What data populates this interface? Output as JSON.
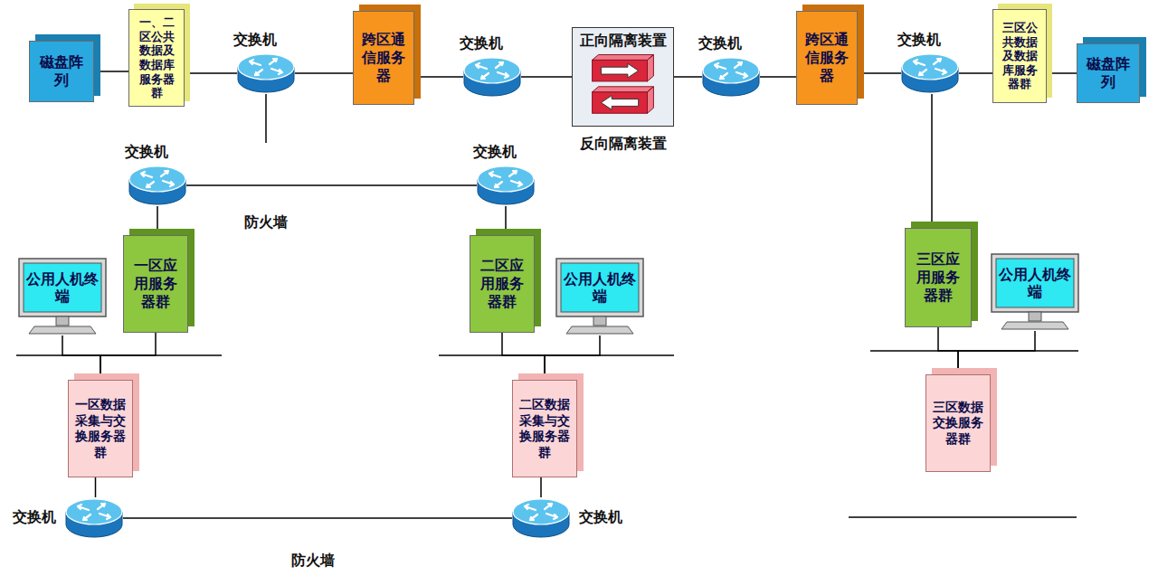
{
  "diagram": {
    "nodes": [
      {
        "text": [
          "磁盘阵列"
        ]
      },
      {
        "text": [
          "一、二区公共数据及数据库服务器群"
        ]
      },
      {
        "text": [
          "交换机"
        ]
      },
      {
        "text": [
          "跨区通信服务器"
        ]
      },
      {
        "text": [
          "交换机"
        ]
      },
      {
        "text": [
          "正向隔离装置",
          "反向隔离装置"
        ]
      },
      {
        "text": [
          "交换机"
        ]
      },
      {
        "text": [
          "跨区通信服务器"
        ]
      },
      {
        "text": [
          "交换机"
        ]
      },
      {
        "text": [
          "三区公共数据及数据库服务器群"
        ]
      },
      {
        "text": [
          "磁盘阵列"
        ]
      },
      {
        "text": [
          "交换机"
        ]
      },
      {
        "text": [
          "交换机"
        ]
      },
      {
        "text": [
          "一区应用服务器群"
        ]
      },
      {
        "text": [
          "公用人机终端"
        ]
      },
      {
        "text": [
          "二区应用服务器群"
        ]
      },
      {
        "text": [
          "公用人机终端"
        ]
      },
      {
        "text": [
          "三区应用服务器群"
        ]
      },
      {
        "text": [
          "公用人机终端"
        ]
      },
      {
        "text": [
          "一区数据采集与交换服务器群"
        ]
      },
      {
        "text": [
          "二区数据采集与交换服务器群"
        ]
      },
      {
        "text": [
          "三区数据交换服务器群"
        ]
      },
      {
        "text": [
          "交换机"
        ]
      },
      {
        "text": [
          "交换机"
        ]
      }
    ],
    "edges": [
      {
        "from": 0,
        "to": 1,
        "arrow": "none"
      },
      {
        "from": 1,
        "to": 2,
        "arrow": "none"
      },
      {
        "from": 2,
        "to": 3,
        "arrow": "none"
      },
      {
        "from": 3,
        "to": 4,
        "arrow": "none"
      },
      {
        "from": 4,
        "to": 5,
        "arrow": "none"
      },
      {
        "from": 5,
        "to": 6,
        "arrow": "none"
      },
      {
        "from": 6,
        "to": 7,
        "arrow": "none"
      },
      {
        "from": 7,
        "to": 8,
        "arrow": "none"
      },
      {
        "from": 8,
        "to": 9,
        "arrow": "none"
      },
      {
        "from": 9,
        "to": 10,
        "arrow": "none"
      },
      {
        "from": 11,
        "to": 12,
        "arrow": "none"
      },
      {
        "from": 11,
        "to": 13,
        "arrow": "none"
      },
      {
        "from": 12,
        "to": 15,
        "arrow": "none"
      },
      {
        "from": 8,
        "to": 17,
        "arrow": "none"
      },
      {
        "from": 13,
        "to": 19,
        "arrow": "none"
      },
      {
        "from": 14,
        "to": 19,
        "arrow": "none"
      },
      {
        "from": 15,
        "to": 20,
        "arrow": "none"
      },
      {
        "from": 16,
        "to": 20,
        "arrow": "none"
      },
      {
        "from": 17,
        "to": 21,
        "arrow": "none"
      },
      {
        "from": 18,
        "to": 21,
        "arrow": "none"
      },
      {
        "from": 19,
        "to": 22,
        "arrow": "none"
      },
      {
        "from": 20,
        "to": 23,
        "arrow": "none"
      },
      {
        "from": 22,
        "to": 23,
        "arrow": "none"
      }
    ],
    "labels": [
      "防火墙",
      "防火墙"
    ]
  }
}
